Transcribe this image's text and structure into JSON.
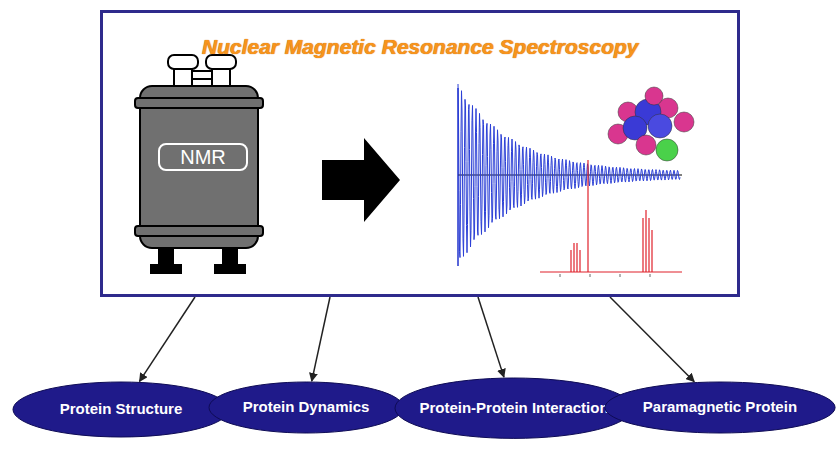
{
  "diagram": {
    "nodes": [
      {
        "text": [
          "Nuclear Magnetic Resonance Spectroscopy"
        ]
      },
      {
        "text": [
          "NMR"
        ],
        "in": 0
      },
      {
        "text": [
          "Protein Structure"
        ]
      },
      {
        "text": [
          "Protein Dynamics"
        ]
      },
      {
        "text": [
          "Protein-Protein Interaction"
        ]
      },
      {
        "text": [
          "Paramagnetic Protein"
        ]
      }
    ],
    "edges": [
      {
        "from": 0,
        "to": 2,
        "arrow": "to"
      },
      {
        "from": 0,
        "to": 3,
        "arrow": "to"
      },
      {
        "from": 0,
        "to": 4,
        "arrow": "to"
      },
      {
        "from": 0,
        "to": 5,
        "arrow": "to"
      }
    ]
  }
}
